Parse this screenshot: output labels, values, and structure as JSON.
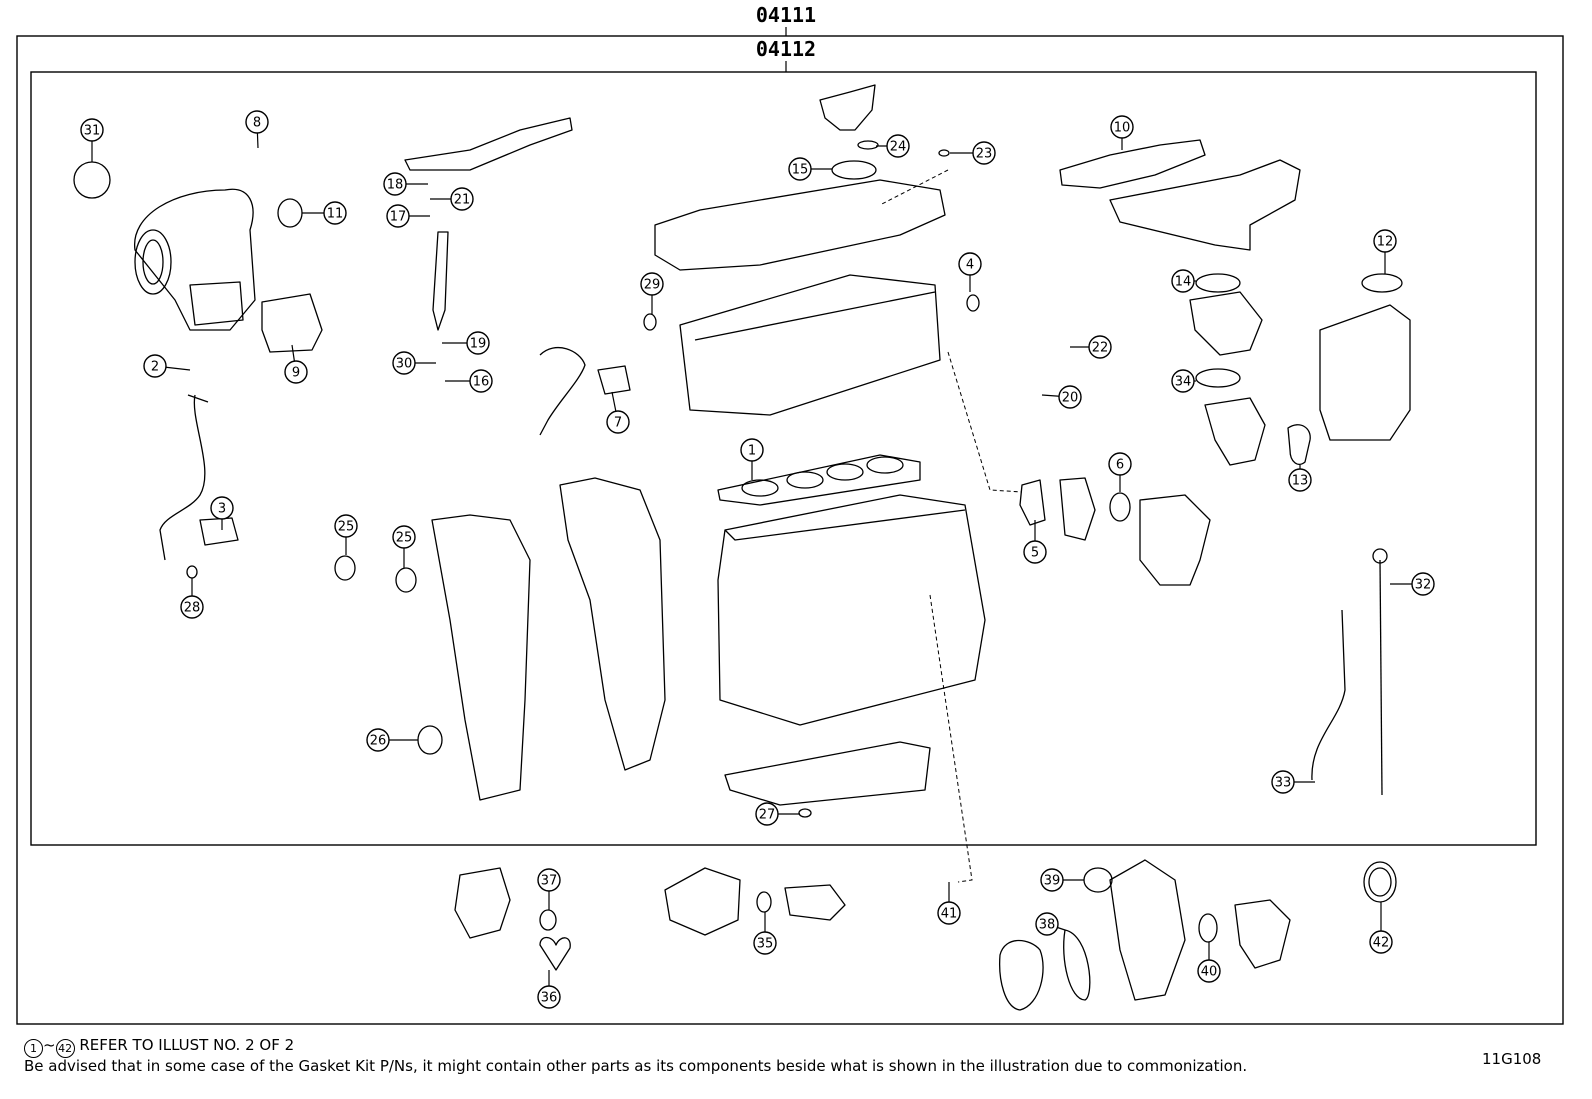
{
  "assembly": {
    "outer": "04111",
    "inner": "04112"
  },
  "callouts": [
    "1",
    "2",
    "3",
    "4",
    "5",
    "6",
    "7",
    "8",
    "9",
    "10",
    "11",
    "12",
    "13",
    "14",
    "15",
    "16",
    "17",
    "18",
    "19",
    "20",
    "21",
    "22",
    "23",
    "24",
    "25",
    "25",
    "26",
    "27",
    "28",
    "29",
    "30",
    "31",
    "32",
    "33",
    "34",
    "35",
    "36",
    "37",
    "38",
    "39",
    "40",
    "41",
    "42"
  ],
  "footer": {
    "range_start": "1",
    "range_sep": "~",
    "range_end": "42",
    "refer_text": "REFER TO ILLUST NO. 2 OF 2",
    "note": "Be advised that in some case of the Gasket Kit P/Ns,  it might contain other parts as its components beside what is shown in the illustration due to commonization."
  },
  "illustration_code": "11G108"
}
